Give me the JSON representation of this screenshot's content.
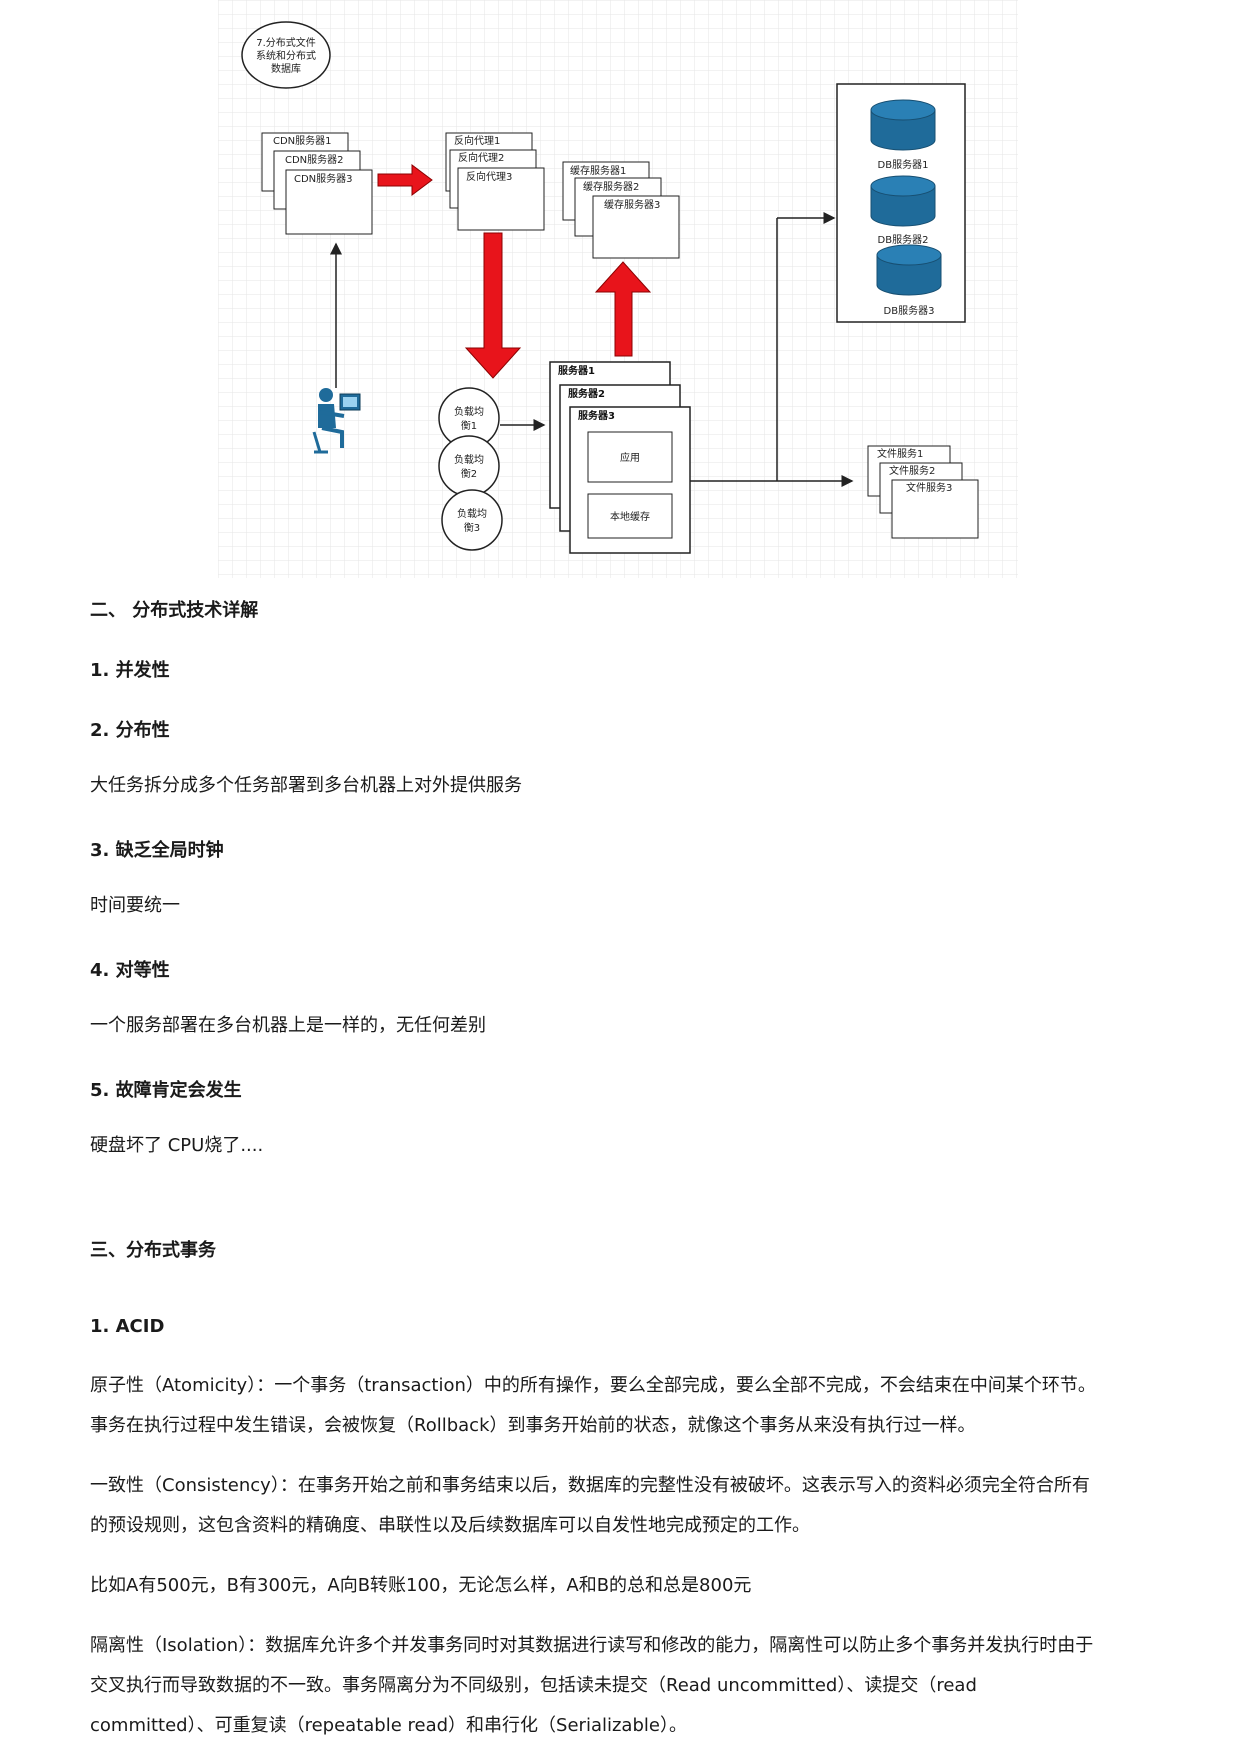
{
  "diagram": {
    "title_lines": [
      "7.分布式文件",
      "系统和分布式",
      "数据库"
    ],
    "cdn": [
      "CDN服务器1",
      "CDN服务器2",
      "CDN服务器3"
    ],
    "proxy": [
      "反向代理1",
      "反向代理2",
      "反向代理3"
    ],
    "cache": [
      "缓存服务器1",
      "缓存服务器2",
      "缓存服务器3"
    ],
    "db": [
      "DB服务器1",
      "DB服务器2",
      "DB服务器3"
    ],
    "lb": [
      [
        "负载均",
        "衡1"
      ],
      [
        "负载均",
        "衡2"
      ],
      [
        "负载均",
        "衡3"
      ]
    ],
    "servers": [
      "服务器1",
      "服务器2",
      "服务器3"
    ],
    "app": "应用",
    "local_cache": "本地缓存",
    "file": [
      "文件服务1",
      "文件服务2",
      "文件服务3"
    ],
    "colors": {
      "arrow_red": "#e8141b",
      "db_blue": "#1f6b9a",
      "grid": "#e6e6e6"
    }
  },
  "content": {
    "section2_heading": "二、 分布式技术详解",
    "item1": "1. 并发性",
    "item2": "2. 分布性",
    "item2_desc": "大任务拆分成多个任务部署到多台机器上对外提供服务",
    "item3": "3. 缺乏全局时钟",
    "item3_desc": "时间要统一",
    "item4": "4. 对等性",
    "item4_desc": "一个服务部署在多台机器上是一样的，无任何差别",
    "item5": "5. 故障肯定会发生",
    "item5_desc": "硬盘坏了 CPU烧了....",
    "section3_heading": "三、分布式事务",
    "acid_heading": "1. ACID",
    "atomicity_l1": "原子性（Atomicity）：一个事务（transaction）中的所有操作，要么全部完成，要么全部不完成，不会结束在中间某个环节。",
    "atomicity_l2": "事务在执行过程中发生错误，会被恢复（Rollback）到事务开始前的状态，就像这个事务从来没有执行过一样。",
    "consistency_l1": "一致性（Consistency）：在事务开始之前和事务结束以后，数据库的完整性没有被破坏。这表示写入的资料必须完全符合所有",
    "consistency_l2": "的预设规则，这包含资料的精确度、串联性以及后续数据库可以自发性地完成预定的工作。",
    "example": "比如A有500元，B有300元，A向B转账100，无论怎么样，A和B的总和总是800元",
    "isolation_l1": "隔离性（Isolation）：数据库允许多个并发事务同时对其数据进行读写和修改的能力，隔离性可以防止多个事务并发执行时由于",
    "isolation_l2": "交叉执行而导致数据的不一致。事务隔离分为不同级别，包括读未提交（Read uncommitted）、读提交（read",
    "isolation_l3": "committed）、可重复读（repeatable read）和串行化（Serializable）。"
  }
}
